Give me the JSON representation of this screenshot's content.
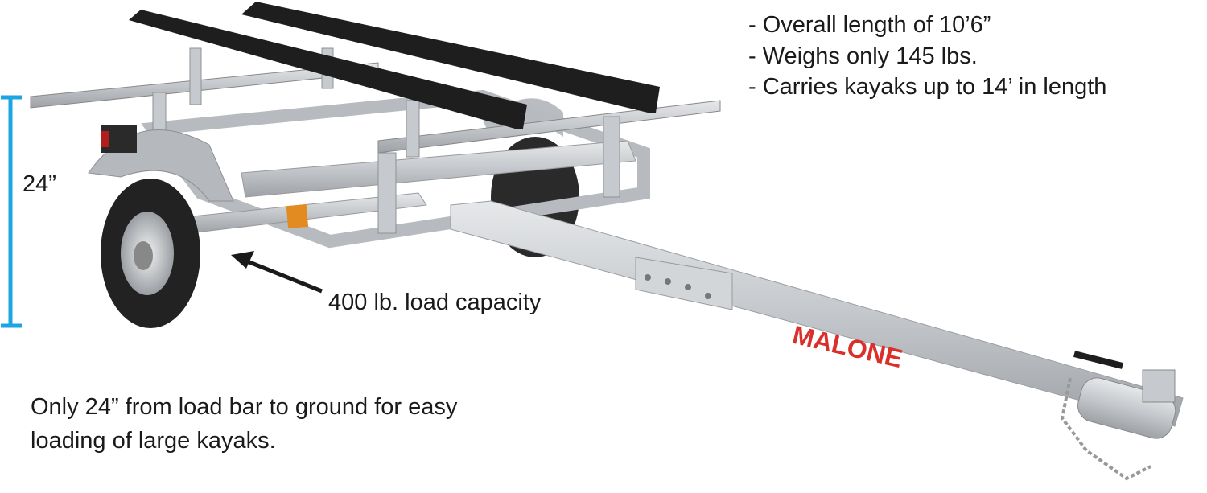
{
  "product": {
    "brand_logo": "MALONE",
    "specs": [
      "- Overall length of 10’6”",
      "- Weighs only 145 lbs.",
      "- Carries kayaks up to 14’ in length"
    ],
    "height_label": "24”",
    "capacity_callout": "400 lb. load capacity",
    "description_lines": [
      "Only 24” from load bar to ground for easy",
      "loading of large kayaks."
    ]
  },
  "colors": {
    "dimension_bar": "#1ba5e1",
    "brand_red": "#d9302c",
    "pad_black": "#1e1e1e",
    "galvanized": "#c9ccd0"
  }
}
